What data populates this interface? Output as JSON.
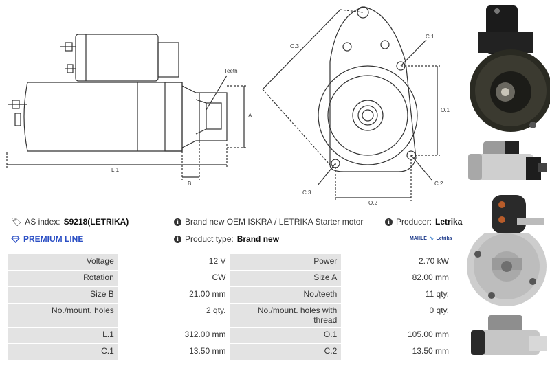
{
  "diagram": {
    "side_labels": {
      "teeth": "Teeth",
      "a": "A",
      "b": "B",
      "l1": "L.1"
    },
    "front_labels": {
      "o3": "O.3",
      "c1": "C.1",
      "o1": "O.1",
      "c3": "C.3",
      "o2": "O.2",
      "c2": "C.2"
    }
  },
  "info": {
    "as_index_label": "AS index:",
    "as_index_value": "S9218(LETRIKA)",
    "description": "Brand new OEM ISKRA / LETRIKA Starter motor",
    "producer_label": "Producer:",
    "producer_value": "Letrika",
    "premium_line": "PREMIUM LINE",
    "product_type_label": "Product type:",
    "product_type_value": "Brand new",
    "brand_logo_text_1": "MAHLE",
    "brand_logo_text_2": "Letrika"
  },
  "specs": [
    {
      "k1": "Voltage",
      "v1": "12 V",
      "k2": "Power",
      "v2": "2.70 kW"
    },
    {
      "k1": "Rotation",
      "v1": "CW",
      "k2": "Size A",
      "v2": "82.00 mm"
    },
    {
      "k1": "Size B",
      "v1": "21.00 mm",
      "k2": "No./teeth",
      "v2": "11 qty."
    },
    {
      "k1": "No./mount. holes",
      "v1": "2 qty.",
      "k2": "No./mount. holes with thread",
      "v2": "0 qty."
    },
    {
      "k1": "L.1",
      "v1": "312.00 mm",
      "k2": "O.1",
      "v2": "105.00 mm"
    },
    {
      "k1": "C.1",
      "v1": "13.50 mm",
      "k2": "C.2",
      "v2": "13.50 mm"
    }
  ],
  "colors": {
    "premium": "#2b4fc4",
    "label_bg": "#e3e3e3"
  }
}
